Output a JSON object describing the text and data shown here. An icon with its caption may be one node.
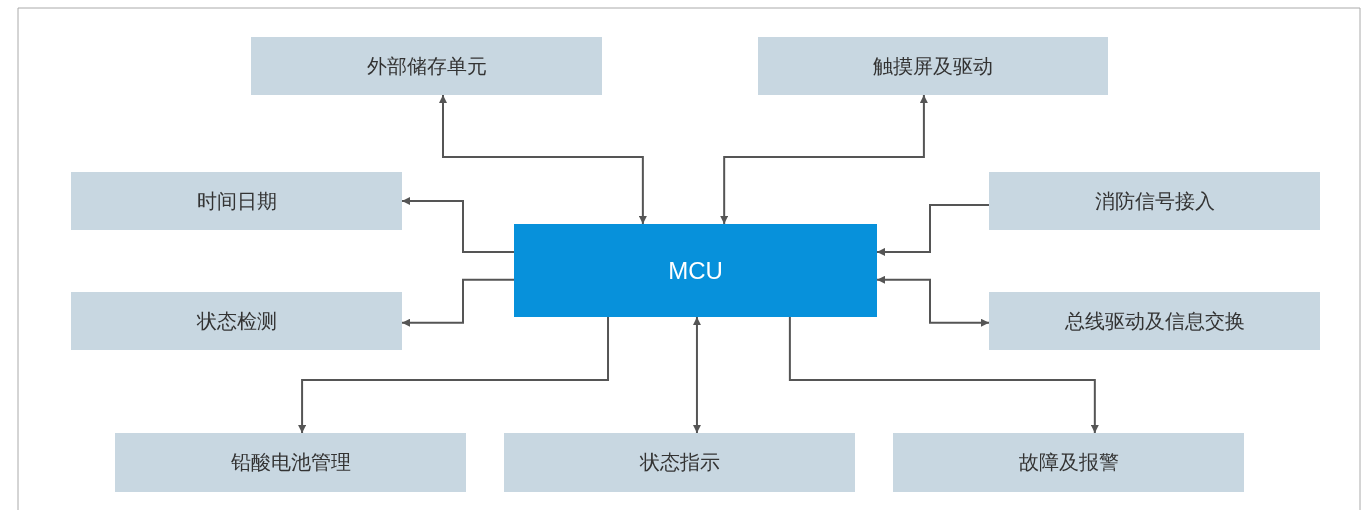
{
  "diagram": {
    "nodes": [
      {
        "text": [
          "外部储存单元"
        ]
      },
      {
        "text": [
          "触摸屏及驱动"
        ]
      },
      {
        "text": [
          "时间日期"
        ]
      },
      {
        "text": [
          "消防信号接入"
        ]
      },
      {
        "text": [
          "MCU"
        ]
      },
      {
        "text": [
          "状态检测"
        ]
      },
      {
        "text": [
          "总线驱动及信息交换"
        ]
      },
      {
        "text": [
          "铅酸电池管理"
        ]
      },
      {
        "text": [
          "状态指示"
        ]
      },
      {
        "text": [
          "故障及报警"
        ]
      }
    ],
    "edges": [
      {
        "from": 4,
        "to": 0,
        "arrow": "both"
      },
      {
        "from": 4,
        "to": 1,
        "arrow": "both"
      },
      {
        "from": 4,
        "to": 2,
        "arrow": "to"
      },
      {
        "from": 3,
        "to": 4,
        "arrow": "to"
      },
      {
        "from": 4,
        "to": 5,
        "arrow": "to"
      },
      {
        "from": 4,
        "to": 6,
        "arrow": "both"
      },
      {
        "from": 4,
        "to": 7,
        "arrow": "to"
      },
      {
        "from": 4,
        "to": 8,
        "arrow": "both"
      },
      {
        "from": 4,
        "to": 9,
        "arrow": "to"
      }
    ]
  }
}
